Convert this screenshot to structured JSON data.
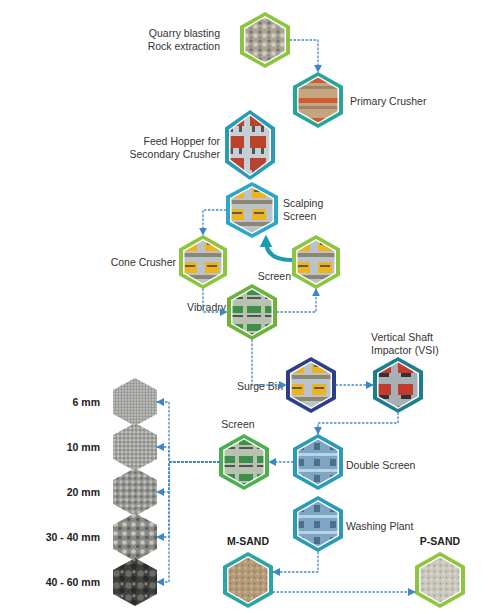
{
  "diagram": {
    "nodes": [
      {
        "text": [
          "Quarry blasting Rock extraction"
        ]
      },
      {
        "text": [
          "Primary Crusher"
        ]
      },
      {
        "text": [
          "Feed Hopper for Secondary Crusher"
        ]
      },
      {
        "text": [
          "Scalping Screen"
        ]
      },
      {
        "text": [
          "Cone Crusher"
        ]
      },
      {
        "text": [
          "Screen"
        ]
      },
      {
        "text": [
          "Vibradry"
        ]
      },
      {
        "text": [
          "Surge Bin"
        ]
      },
      {
        "text": [
          "Vertical Shaft Impactor (VSI)"
        ]
      },
      {
        "text": [
          "Screen"
        ]
      },
      {
        "text": [
          "Double Screen"
        ]
      },
      {
        "text": [
          "Washing Plant"
        ]
      },
      {
        "text": [
          "M-SAND"
        ]
      },
      {
        "text": [
          "P-SAND"
        ]
      },
      {
        "text": [
          "6 mm"
        ]
      },
      {
        "text": [
          "10 mm"
        ]
      },
      {
        "text": [
          "20 mm"
        ]
      },
      {
        "text": [
          "30 - 40 mm"
        ]
      },
      {
        "text": [
          "40 - 60 mm"
        ]
      }
    ],
    "edges": [
      {
        "from": 0,
        "to": 1,
        "arrow": "to"
      },
      {
        "from": 3,
        "to": 4,
        "arrow": "to"
      },
      {
        "from": 4,
        "to": 6,
        "arrow": "to"
      },
      {
        "from": 6,
        "to": 5,
        "arrow": "to"
      },
      {
        "from": 5,
        "to": 3,
        "arrow": "to"
      },
      {
        "from": 6,
        "to": 7,
        "arrow": "to"
      },
      {
        "from": 7,
        "to": 8,
        "arrow": "to"
      },
      {
        "from": 8,
        "to": 10,
        "arrow": "to"
      },
      {
        "from": 10,
        "to": 9,
        "arrow": "to"
      },
      {
        "from": 9,
        "to": 14,
        "arrow": "to"
      },
      {
        "from": 9,
        "to": 15,
        "arrow": "to"
      },
      {
        "from": 9,
        "to": 16,
        "arrow": "to"
      },
      {
        "from": 9,
        "to": 17,
        "arrow": "to"
      },
      {
        "from": 9,
        "to": 18,
        "arrow": "to"
      },
      {
        "from": 11,
        "to": 12,
        "arrow": "to"
      },
      {
        "from": 12,
        "to": 13,
        "arrow": "to"
      }
    ]
  }
}
